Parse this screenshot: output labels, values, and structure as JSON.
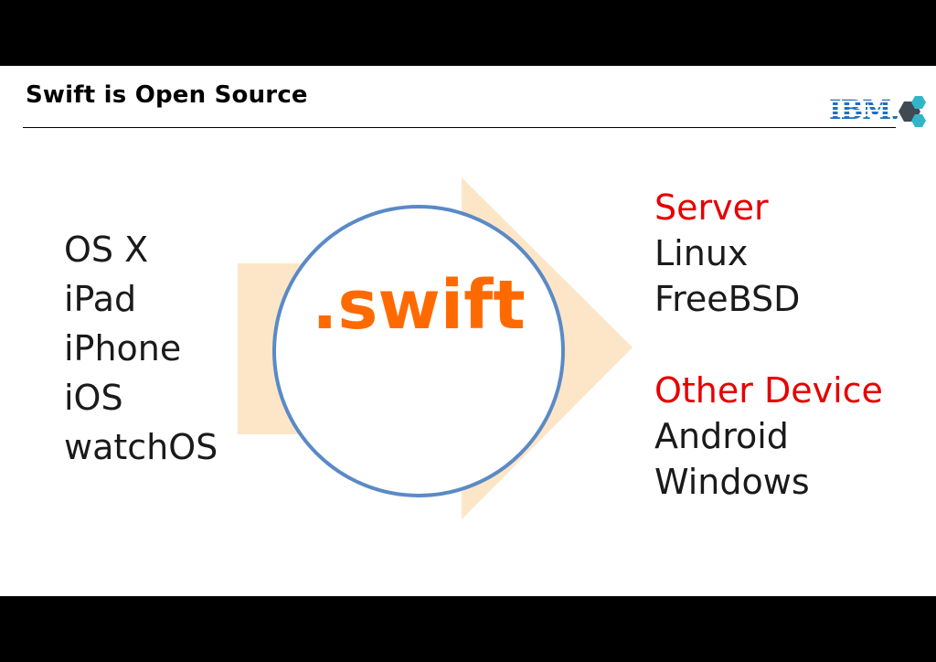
{
  "slide": {
    "title": "Swift is Open Source",
    "logo_text": "IBM.",
    "center_label": ".swift"
  },
  "left_list": {
    "items": [
      "OS X",
      "iPad",
      "iPhone",
      "iOS",
      "watchOS"
    ]
  },
  "right_list": {
    "server": {
      "heading": "Server",
      "items": [
        "Linux",
        "FreeBSD"
      ]
    },
    "other": {
      "heading": "Other Device",
      "items": [
        "Android",
        "Windows"
      ]
    }
  },
  "colors": {
    "accent_orange": "#ff6a00",
    "heading_red": "#e60000",
    "circle_blue": "#5a8ac6",
    "arrow_peach": "#fde6c8",
    "logo_blue": "#1f70c1",
    "hex_dark": "#3f4a55",
    "hex_teal": "#33b5c9"
  }
}
